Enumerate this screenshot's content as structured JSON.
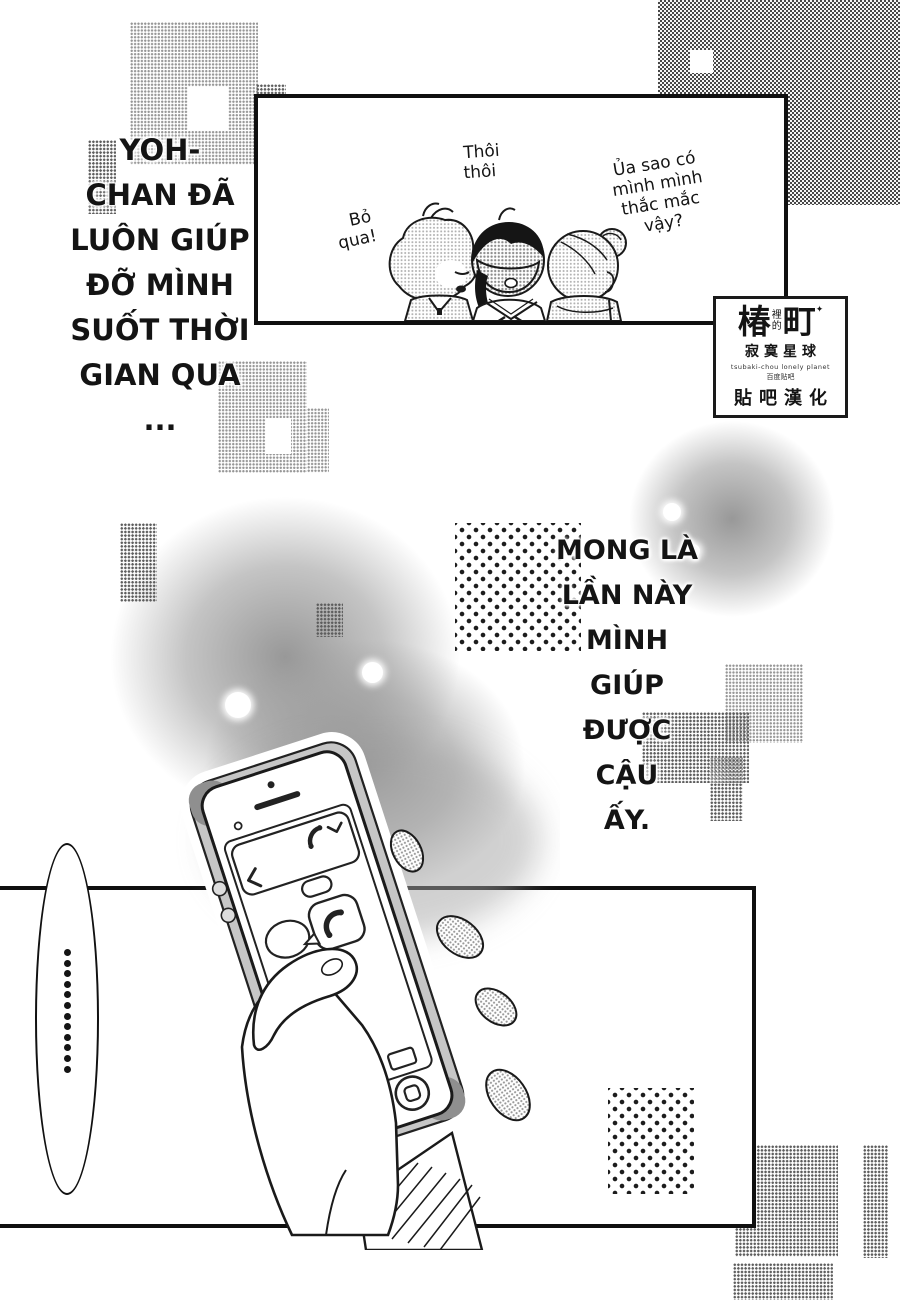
{
  "page_type": "manga-page",
  "narration_left": {
    "lines": [
      "YOH-",
      "CHAN ĐÃ",
      "LUÔN GIÚP",
      "ĐỠ MÌNH",
      "SUỐT THỜI",
      "GIAN QUA",
      "..."
    ]
  },
  "top_panel": {
    "speech_left": {
      "lines": [
        "Bỏ",
        "qua!"
      ]
    },
    "speech_center": {
      "lines": [
        "Thôi",
        "thôi"
      ]
    },
    "speech_right": {
      "lines": [
        "Ủa sao có",
        "mình mình",
        "thắc mắc",
        "vậy?"
      ]
    }
  },
  "narration_right": {
    "lines": [
      "MONG LÀ",
      "LẦN NÀY",
      "MÌNH GIÚP",
      "ĐƯỢC CẬU",
      "ẤY."
    ]
  },
  "logo_stamp": {
    "kanji_large_left": "椿",
    "kanji_small_top": "裡",
    "kanji_small_bottom": "的",
    "kanji_large_right": "町",
    "subtitle_cjk": "寂寞星球",
    "subtitle_latin": "tsubaki-chou lonely planet",
    "tieba_small": "百度贴吧",
    "group_name": "貼吧漢化",
    "sparkle": "✦"
  },
  "colors": {
    "ink": "#141414",
    "paper": "#ffffff",
    "halftone": "#969696",
    "soft_gray": "#8a8a8a"
  }
}
